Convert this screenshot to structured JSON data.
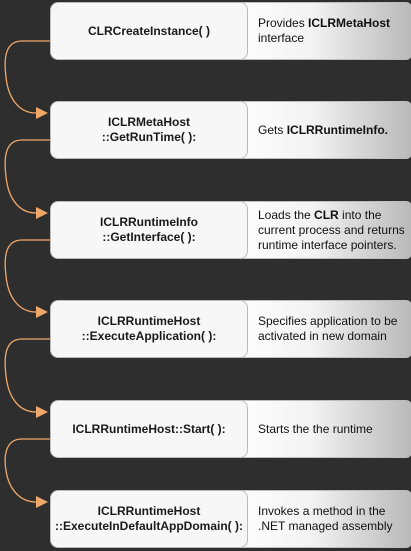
{
  "steps": [
    {
      "method": [
        "CLRCreateInstance( )"
      ],
      "desc": [
        {
          "t": "Provides ",
          "b": false
        },
        {
          "t": "ICLRMetaHost",
          "b": true
        },
        {
          "t": " interface",
          "b": false
        }
      ]
    },
    {
      "method": [
        "ICLRMetaHost",
        "::GetRunTime( ):"
      ],
      "desc": [
        {
          "t": "Gets ",
          "b": false
        },
        {
          "t": "ICLRRuntimeInfo.",
          "b": true
        }
      ]
    },
    {
      "method": [
        "ICLRRuntimeInfo",
        "::GetInterface( ):"
      ],
      "desc": [
        {
          "t": "Loads the ",
          "b": false
        },
        {
          "t": "CLR",
          "b": true
        },
        {
          "t": " into the current process and returns runtime interface pointers.",
          "b": false
        }
      ]
    },
    {
      "method": [
        "ICLRRuntimeHost",
        "::ExecuteApplication( ):"
      ],
      "desc": [
        {
          "t": "Specifies application to be activated in new domain",
          "b": false
        }
      ]
    },
    {
      "method": [
        "ICLRRuntimeHost::Start( ):"
      ],
      "desc": [
        {
          "t": "Starts the the runtime",
          "b": false
        }
      ]
    },
    {
      "method": [
        "ICLRRuntimeHost",
        "::ExecuteInDefaultAppDomain( ):"
      ],
      "desc": [
        {
          "t": "Invokes a method in the .NET managed assembly",
          "b": false
        }
      ]
    }
  ],
  "colors": {
    "background": "#2e2e2e",
    "connector": "#f0a868",
    "box_border": "#bbbbbb",
    "box_fill": "#f7f7f7"
  }
}
